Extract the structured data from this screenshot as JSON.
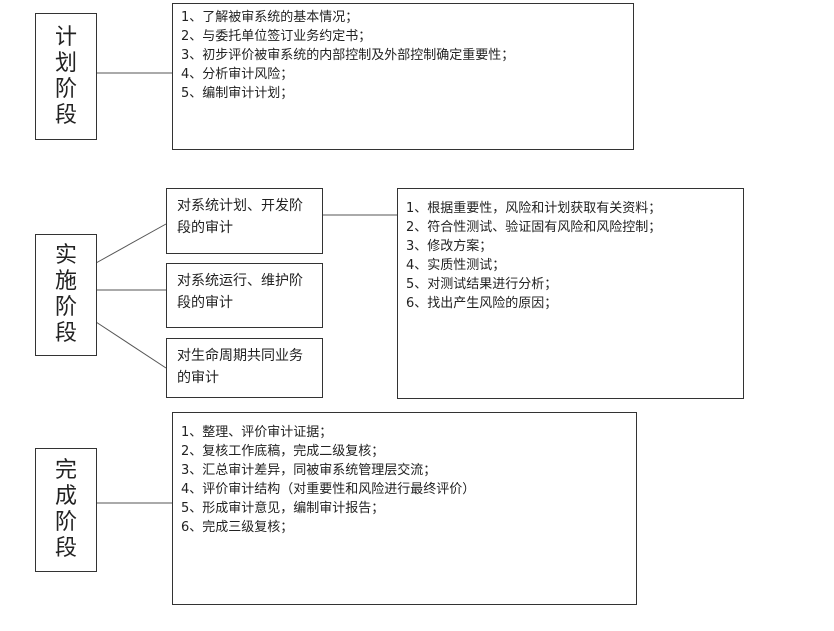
{
  "planning": {
    "stage_label": "计划阶段",
    "items": [
      "1、了解被审系统的基本情况；",
      "2、与委托单位签订业务约定书；",
      "3、初步评价被审系统的内部控制及外部控制确定重要性；",
      "4、分析审计风险；",
      "5、编制审计计划；"
    ]
  },
  "implementation": {
    "stage_label": "实施阶段",
    "sub_audits": [
      "对系统计划、开发阶段的审计",
      "对系统运行、维护阶段的审计",
      "对生命周期共同业务的审计"
    ],
    "items": [
      "1、根据重要性，风险和计划获取有关资料；",
      "2、符合性测试、验证固有风险和风险控制；",
      "3、修改方案；",
      "4、实质性测试；",
      "5、对测试结果进行分析；",
      "6、找出产生风险的原因；"
    ]
  },
  "completion": {
    "stage_label": "完成阶段",
    "items": [
      "1、整理、评价审计证据；",
      "2、复核工作底稿，完成二级复核；",
      "3、汇总审计差异，同被审系统管理层交流；",
      "4、评价审计结构（对重要性和风险进行最终评价）",
      "5、形成审计意见，编制审计报告；",
      "6、完成三级复核；"
    ]
  }
}
